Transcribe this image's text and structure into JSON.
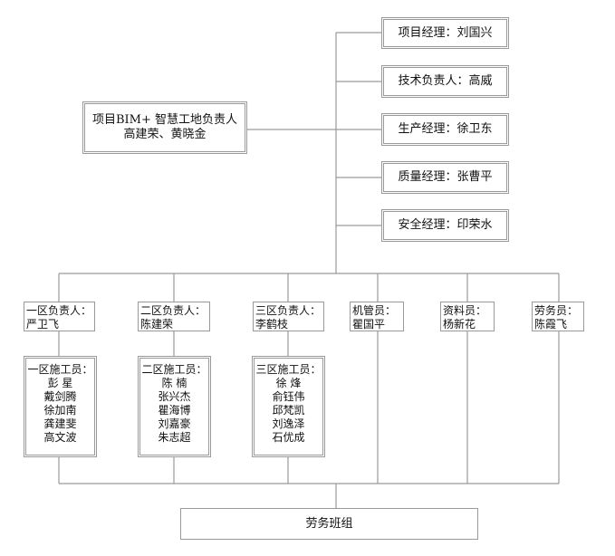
{
  "bim_lead": {
    "title": "项目BIM+ 智慧工地负责人",
    "names": "高建荣、黄晓金"
  },
  "managers": [
    "项目经理：刘国兴",
    "技术负责人：高威",
    "生产经理：徐卫东",
    "质量经理：张曹平",
    "安全经理：印荣水"
  ],
  "roles": [
    {
      "title": "一区负责人：",
      "name": "严卫飞"
    },
    {
      "title": "二区负责人：",
      "name": "陈建荣"
    },
    {
      "title": "三区负责人：",
      "name": "李鹤枝"
    },
    {
      "title": "机管员：",
      "name": "瞿国平"
    },
    {
      "title": "资料员：",
      "name": "杨新花"
    },
    {
      "title": "劳务员：",
      "name": "陈霞飞"
    }
  ],
  "crews": [
    {
      "title": "一区施工员：",
      "members": [
        "彭 星",
        "戴剑腾",
        "徐加南",
        "龚建斐",
        "高文波"
      ]
    },
    {
      "title": "二区施工员：",
      "members": [
        "陈 楠",
        "张兴杰",
        "瞿海博",
        "刘嘉豪",
        "朱志超"
      ]
    },
    {
      "title": "三区施工员：",
      "members": [
        "徐 烽",
        "俞钰伟",
        "邱梵凯",
        "刘逸泽",
        "石优成"
      ]
    }
  ],
  "labor_team": "劳务班组"
}
